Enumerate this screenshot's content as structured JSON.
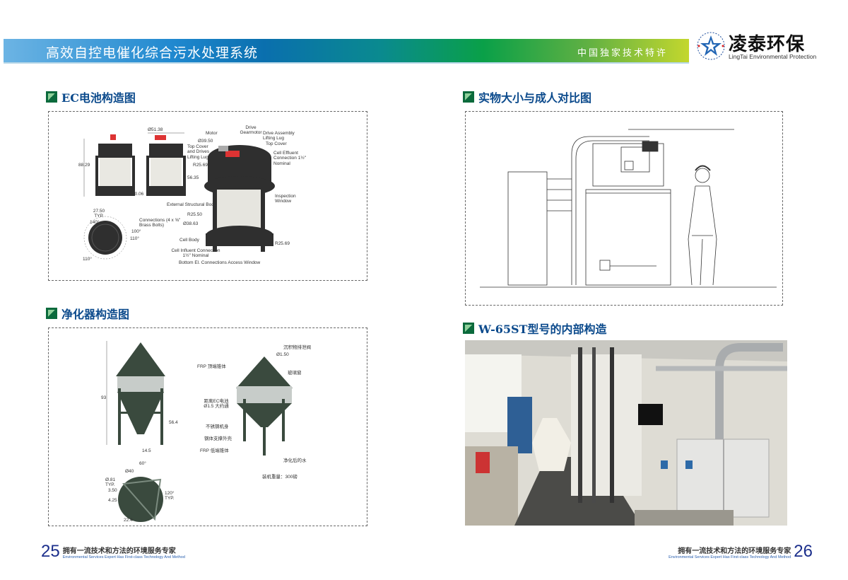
{
  "header": {
    "title": "高效自控电催化综合污水处理系统",
    "subtitle": "中国独家技术特许"
  },
  "logo": {
    "name_cn": "凌泰环保",
    "name_en": "LingTai Environmental Protection"
  },
  "sections": {
    "ec": {
      "title": "EC电池构造图",
      "labels": [
        "Ø51.38",
        "88.29",
        "56.35",
        "10.06",
        "Motor",
        "Drive Gearmotor",
        "Drive Assembly Lifting Lug",
        "Top Cover",
        "Ø39.50",
        "Top Cover and Drives Lifting Lug",
        "Cell Effluent Connection 1½\" Nominal",
        "R25.69",
        "Inspection Window",
        "External Structural Body",
        "27.50 TYP.",
        "140°",
        "Connections (4 x ⅝\" Brass Bolts)",
        "100°",
        "110°",
        "110°",
        "R25.50",
        "Ø38.63",
        "Cell Body",
        "Cell Influent Connection 1½\" Nominal",
        "R25.69",
        "Bottom El. Connections Access Window"
      ]
    },
    "purifier": {
      "title": "净化器构造图",
      "labels": [
        "93",
        "56.4",
        "14.5",
        "60°",
        "Ø40",
        "Ø.81 TYP.",
        "3.50",
        "4.25",
        "120° TYP.",
        "22.4",
        "沉积物排泄阀",
        "Ø1.50",
        "FRP 顶端锥体",
        "玻璃窗",
        "距离EC电池 Ø1.5 大约通",
        "不锈钢机身",
        "钢体支撑外壳",
        "FRP 低端锥体",
        "净化后的水",
        "装机重量：300磅"
      ]
    },
    "scale": {
      "title": "实物大小与成人对比图"
    },
    "interior": {
      "title": "W-65ST型号的内部构造"
    }
  },
  "footer": {
    "left": {
      "page": "25",
      "slogan_cn": "拥有一流技术和方法的环境服务专家",
      "slogan_en": "Environmental Services Expert Has First-class Technology And Method"
    },
    "right": {
      "page": "26",
      "slogan_cn": "拥有一流技术和方法的环境服务专家",
      "slogan_en": "Environmental Services Expert Has First-class Technology And Method"
    }
  }
}
